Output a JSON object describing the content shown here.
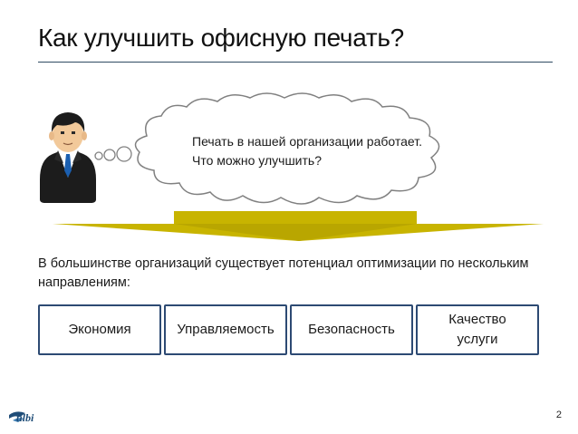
{
  "slide": {
    "title": "Как улучшить офисную печать?",
    "bubble_text": "Печать в нашей организации работает. Что можно улучшить?",
    "intro_text": "В большинстве организаций существует потенциал оптимизации по нескольким направлениям:",
    "boxes": [
      {
        "label": "Экономия"
      },
      {
        "label": "Управляемость"
      },
      {
        "label": "Безопасность"
      },
      {
        "label": "Качество услуги"
      }
    ],
    "page_number": "2",
    "logo_text": "tilbi"
  },
  "icons": {
    "person": "businessman-icon",
    "bubble": "thought-bubble-icon",
    "arrow": "down-arrow-icon",
    "logo": "tilbi-logo-icon"
  },
  "colors": {
    "title_rule": "#2f4a63",
    "box_border": "#2d4a73",
    "arrow_fill": "#c8b400",
    "cloud_stroke": "#7f7f7f",
    "logo": "#1f4d78"
  }
}
